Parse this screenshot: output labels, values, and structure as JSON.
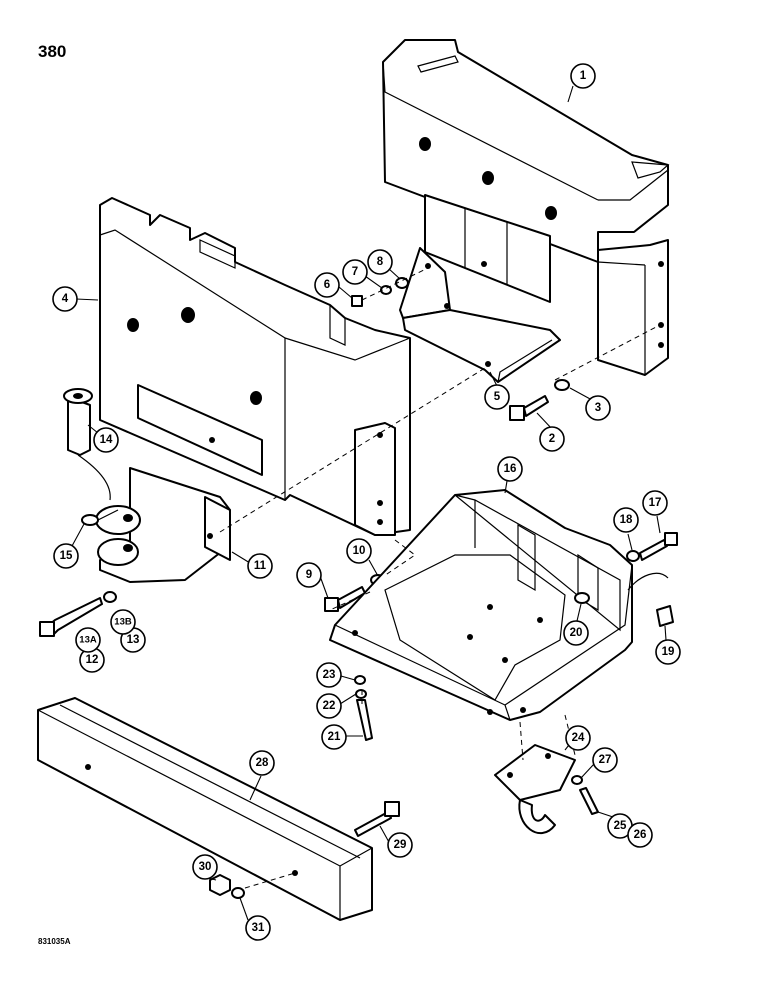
{
  "page_number": "380",
  "figure_code": "831035A",
  "callouts": [
    {
      "id": "c1",
      "label": "1"
    },
    {
      "id": "c2",
      "label": "2"
    },
    {
      "id": "c3",
      "label": "3"
    },
    {
      "id": "c4",
      "label": "4"
    },
    {
      "id": "c5",
      "label": "5"
    },
    {
      "id": "c6",
      "label": "6"
    },
    {
      "id": "c7",
      "label": "7"
    },
    {
      "id": "c8",
      "label": "8"
    },
    {
      "id": "c9",
      "label": "9"
    },
    {
      "id": "c10",
      "label": "10"
    },
    {
      "id": "c11",
      "label": "11"
    },
    {
      "id": "c12",
      "label": "12"
    },
    {
      "id": "c13",
      "label": "13"
    },
    {
      "id": "c13a",
      "label": "13A"
    },
    {
      "id": "c13b",
      "label": "13B"
    },
    {
      "id": "c14",
      "label": "14"
    },
    {
      "id": "c15",
      "label": "15"
    },
    {
      "id": "c16",
      "label": "16"
    },
    {
      "id": "c17",
      "label": "17"
    },
    {
      "id": "c18",
      "label": "18"
    },
    {
      "id": "c19",
      "label": "19"
    },
    {
      "id": "c20",
      "label": "20"
    },
    {
      "id": "c21",
      "label": "21"
    },
    {
      "id": "c22",
      "label": "22"
    },
    {
      "id": "c23",
      "label": "23"
    },
    {
      "id": "c24",
      "label": "24"
    },
    {
      "id": "c25",
      "label": "25"
    },
    {
      "id": "c26",
      "label": "26"
    },
    {
      "id": "c27",
      "label": "27"
    },
    {
      "id": "c28",
      "label": "28"
    },
    {
      "id": "c29",
      "label": "29"
    },
    {
      "id": "c30",
      "label": "30"
    },
    {
      "id": "c31",
      "label": "31"
    }
  ]
}
